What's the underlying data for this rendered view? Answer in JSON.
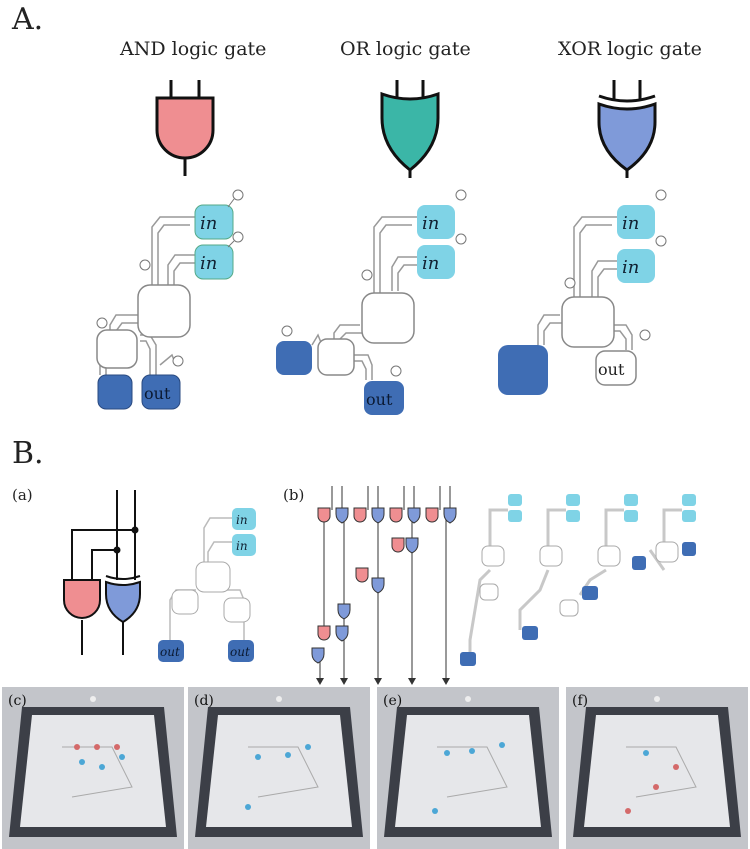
{
  "section_a": {
    "label": "A.",
    "gates": [
      {
        "title": "AND logic gate",
        "color": "#ef8e91"
      },
      {
        "title": "OR logic gate",
        "color": "#3bb6a7"
      },
      {
        "title": "XOR logic gate",
        "color": "#7f9ad9"
      }
    ],
    "tile_in_label": "in",
    "tile_out_label": "out"
  },
  "section_b": {
    "label": "B.",
    "panels": [
      "(a)",
      "(b)",
      "(c)",
      "(d)",
      "(e)",
      "(f)"
    ],
    "tile_in_label": "in",
    "tile_out_label": "out"
  },
  "colors": {
    "in_tile": "#7fd3e6",
    "out_tile": "#3f6db4",
    "and_gate": "#ef8e91",
    "or_gate": "#3bb6a7",
    "xor_gate": "#7f9ad9"
  }
}
